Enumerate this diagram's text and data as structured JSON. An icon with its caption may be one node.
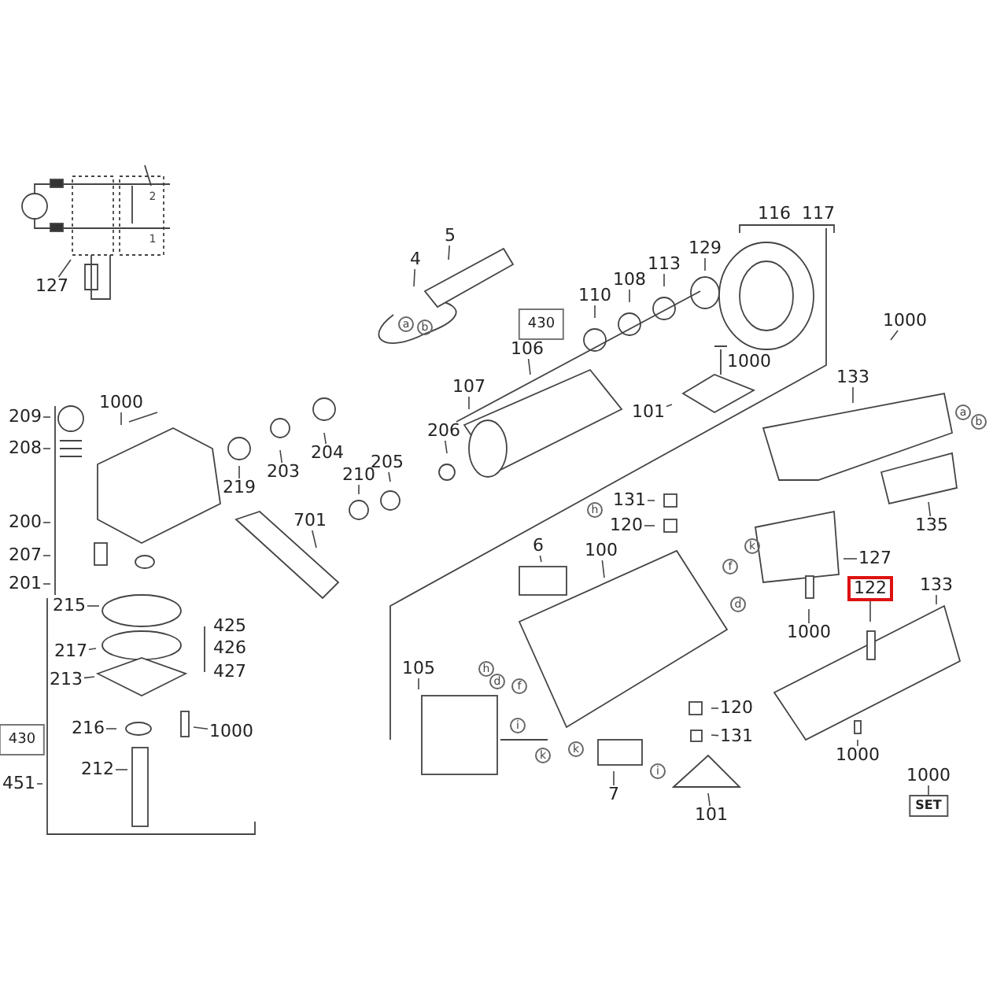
{
  "diagram": {
    "nodes": [
      {
        "text": [
          "127"
        ]
      },
      {
        "text": [
          "116"
        ]
      },
      {
        "text": [
          "117"
        ]
      },
      {
        "text": [
          "4"
        ]
      },
      {
        "text": [
          "5"
        ]
      },
      {
        "text": [
          "113"
        ]
      },
      {
        "text": [
          "129"
        ]
      },
      {
        "text": [
          "108"
        ]
      },
      {
        "text": [
          "110"
        ]
      },
      {
        "text": [
          "430"
        ]
      },
      {
        "text": [
          "106"
        ]
      },
      {
        "text": [
          "1000"
        ]
      },
      {
        "text": [
          "107"
        ]
      },
      {
        "text": [
          "101"
        ]
      },
      {
        "text": [
          "1000"
        ]
      },
      {
        "text": [
          "133"
        ]
      },
      {
        "text": [
          "209"
        ]
      },
      {
        "text": [
          "1000"
        ]
      },
      {
        "text": [
          "208"
        ]
      },
      {
        "text": [
          "206"
        ]
      },
      {
        "text": [
          "204"
        ]
      },
      {
        "text": [
          "203"
        ]
      },
      {
        "text": [
          "219"
        ]
      },
      {
        "text": [
          "210"
        ]
      },
      {
        "text": [
          "205"
        ]
      },
      {
        "text": [
          "200"
        ]
      },
      {
        "text": [
          "701"
        ]
      },
      {
        "text": [
          "207"
        ]
      },
      {
        "text": [
          "201"
        ]
      },
      {
        "text": [
          "6"
        ]
      },
      {
        "text": [
          "100"
        ]
      },
      {
        "text": [
          "131"
        ]
      },
      {
        "text": [
          "120"
        ]
      },
      {
        "text": [
          "127"
        ]
      },
      {
        "text": [
          "135"
        ]
      },
      {
        "text": [
          "122"
        ]
      },
      {
        "text": [
          "133"
        ]
      },
      {
        "text": [
          "1000"
        ]
      },
      {
        "text": [
          "215"
        ]
      },
      {
        "text": [
          "425"
        ]
      },
      {
        "text": [
          "426"
        ]
      },
      {
        "text": [
          "427"
        ]
      },
      {
        "text": [
          "217"
        ]
      },
      {
        "text": [
          "213"
        ]
      },
      {
        "text": [
          "105"
        ]
      },
      {
        "text": [
          "120"
        ]
      },
      {
        "text": [
          "131"
        ]
      },
      {
        "text": [
          "216"
        ]
      },
      {
        "text": [
          "1000"
        ]
      },
      {
        "text": [
          "430"
        ]
      },
      {
        "text": [
          "451"
        ]
      },
      {
        "text": [
          "212"
        ]
      },
      {
        "text": [
          "1000"
        ]
      },
      {
        "text": [
          "7"
        ]
      },
      {
        "text": [
          "101"
        ]
      },
      {
        "text": [
          "1000"
        ]
      },
      {
        "text": [
          "SET"
        ]
      }
    ],
    "edges": [
      {
        "from": 0,
        "to": null,
        "arrow": "none"
      },
      {
        "from": 3,
        "to": null,
        "arrow": "none"
      },
      {
        "from": 4,
        "to": null,
        "arrow": "none"
      },
      {
        "from": 5,
        "to": null,
        "arrow": "none"
      },
      {
        "from": 6,
        "to": null,
        "arrow": "none"
      },
      {
        "from": 7,
        "to": null,
        "arrow": "none"
      },
      {
        "from": 8,
        "to": null,
        "arrow": "none"
      },
      {
        "from": 10,
        "to": null,
        "arrow": "none"
      },
      {
        "from": 11,
        "to": null,
        "arrow": "none"
      },
      {
        "from": 12,
        "to": null,
        "arrow": "none"
      },
      {
        "from": 13,
        "to": null,
        "arrow": "none"
      },
      {
        "from": 14,
        "to": null,
        "arrow": "none"
      },
      {
        "from": 15,
        "to": null,
        "arrow": "none"
      },
      {
        "from": 16,
        "to": null,
        "arrow": "none"
      },
      {
        "from": 17,
        "to": null,
        "arrow": "none"
      },
      {
        "from": 18,
        "to": null,
        "arrow": "none"
      },
      {
        "from": 19,
        "to": null,
        "arrow": "none"
      },
      {
        "from": 20,
        "to": null,
        "arrow": "none"
      },
      {
        "from": 21,
        "to": null,
        "arrow": "none"
      },
      {
        "from": 22,
        "to": null,
        "arrow": "none"
      },
      {
        "from": 23,
        "to": null,
        "arrow": "none"
      },
      {
        "from": 24,
        "to": null,
        "arrow": "none"
      },
      {
        "from": 25,
        "to": null,
        "arrow": "none"
      },
      {
        "from": 26,
        "to": null,
        "arrow": "none"
      },
      {
        "from": 27,
        "to": null,
        "arrow": "none"
      },
      {
        "from": 28,
        "to": null,
        "arrow": "none"
      },
      {
        "from": 29,
        "to": null,
        "arrow": "none"
      },
      {
        "from": 30,
        "to": null,
        "arrow": "none"
      },
      {
        "from": 31,
        "to": null,
        "arrow": "none"
      },
      {
        "from": 32,
        "to": null,
        "arrow": "none"
      },
      {
        "from": 33,
        "to": null,
        "arrow": "none"
      },
      {
        "from": 34,
        "to": null,
        "arrow": "none"
      },
      {
        "from": 35,
        "to": null,
        "arrow": "none"
      },
      {
        "from": 36,
        "to": null,
        "arrow": "none"
      },
      {
        "from": 37,
        "to": null,
        "arrow": "none"
      },
      {
        "from": 38,
        "to": null,
        "arrow": "none"
      },
      {
        "from": 42,
        "to": null,
        "arrow": "none"
      },
      {
        "from": 43,
        "to": null,
        "arrow": "none"
      },
      {
        "from": 44,
        "to": null,
        "arrow": "none"
      },
      {
        "from": 45,
        "to": null,
        "arrow": "none"
      },
      {
        "from": 46,
        "to": null,
        "arrow": "none"
      },
      {
        "from": 47,
        "to": null,
        "arrow": "none"
      },
      {
        "from": 48,
        "to": null,
        "arrow": "none"
      },
      {
        "from": 50,
        "to": null,
        "arrow": "none"
      },
      {
        "from": 51,
        "to": null,
        "arrow": "none"
      },
      {
        "from": 52,
        "to": null,
        "arrow": "none"
      },
      {
        "from": 53,
        "to": null,
        "arrow": "none"
      },
      {
        "from": 54,
        "to": null,
        "arrow": "none"
      },
      {
        "from": 55,
        "to": 56,
        "arrow": "none"
      }
    ],
    "labels": [
      "2",
      "1",
      "a",
      "b",
      "a",
      "b",
      "h",
      "k",
      "f",
      "d",
      "h",
      "d",
      "f",
      "i",
      "k",
      "k",
      "i"
    ]
  }
}
